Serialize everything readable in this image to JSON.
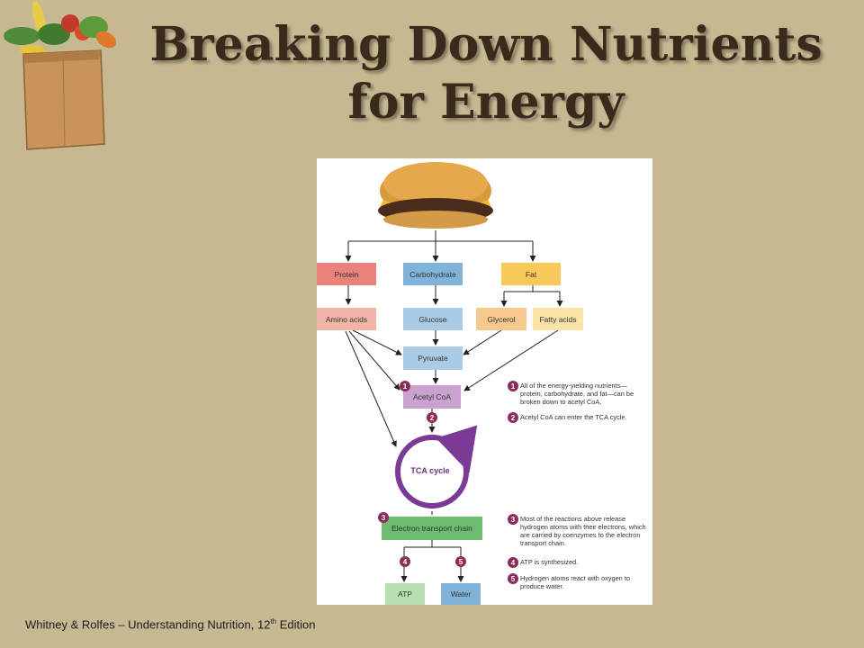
{
  "title": "Breaking Down Nutrients for Energy",
  "diagram": {
    "nutrients": {
      "protein": "Protein",
      "carbohydrate": "Carbohydrate",
      "fat": "Fat"
    },
    "products": {
      "amino_acids": "Amino acids",
      "glucose": "Glucose",
      "glycerol": "Glycerol",
      "fatty_acids": "Fatty acids"
    },
    "pyruvate": "Pyruvate",
    "acetyl_coa": "Acetyl CoA",
    "tca_cycle": "TCA cycle",
    "electron_transport_chain": "Electron transport chain",
    "atp": "ATP",
    "water": "Water",
    "badges": [
      "1",
      "2",
      "3",
      "4",
      "5"
    ],
    "notes": [
      {
        "num": "1",
        "text": "All of the energy-yielding nutrients—protein, carbohydrate, and fat—can be broken down to acetyl CoA."
      },
      {
        "num": "2",
        "text": "Acetyl CoA can enter the TCA cycle."
      },
      {
        "num": "3",
        "text": "Most of the reactions above release hydrogen atoms with their electrons, which are carried by coenzymes to the electron transport chain."
      },
      {
        "num": "4",
        "text": "ATP is synthesized."
      },
      {
        "num": "5",
        "text": "Hydrogen atoms react with oxygen to produce water."
      }
    ],
    "colors": {
      "protein": "#e8827a",
      "protein_light": "#f2b4a6",
      "carbohydrate": "#7fb3d9",
      "carb_light": "#a9cbe6",
      "fat": "#f7c85a",
      "glycerol": "#f8c98c",
      "fatty_acids": "#fbe3a8",
      "acetyl_coa": "#c9a2cf",
      "tca": "#7a3a95",
      "etc": "#6dbb6f",
      "atp": "#b7dfb3",
      "water": "#7fb3d9",
      "badge": "#8b2d5c"
    }
  },
  "footer": {
    "prefix": "Whitney  & Rolfes – Understanding Nutrition, 12",
    "sup": "th",
    "suffix": " Edition"
  }
}
